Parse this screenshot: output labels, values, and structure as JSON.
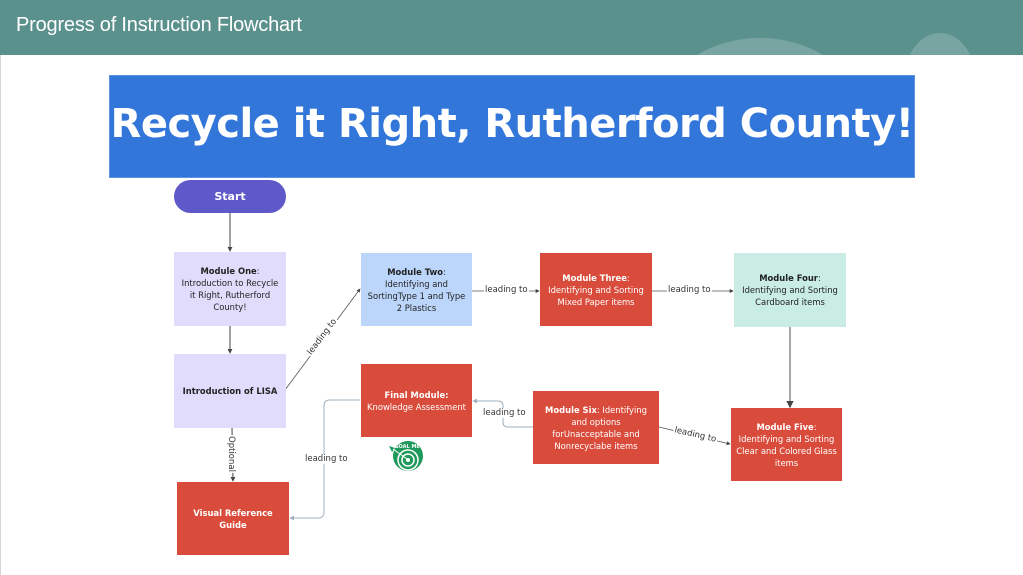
{
  "header": {
    "title": "Progress of Instruction Flowchart",
    "background": "#5b918d"
  },
  "banner": {
    "title": "Recycle it Right, Rutherford County!",
    "background": "#3276da"
  },
  "flowchart": {
    "start": {
      "label": "Start",
      "color": "#5f58c8"
    },
    "nodes": {
      "module_one": {
        "bold": "Module One",
        "text": ": Introduction to Recycle it Right, Rutherford County!",
        "color": "#e1dcfb"
      },
      "lisa": {
        "bold": "Introduction of LISA",
        "text": "",
        "color": "#e1dcfb"
      },
      "visual_guide": {
        "bold": "Visual Reference Guide",
        "text": "",
        "color": "#d94b3b"
      },
      "module_two": {
        "bold": "Module Two",
        "text": ": Identifying and SortingType 1 and Type 2 Plastics",
        "color": "#bcd6fb"
      },
      "module_three": {
        "bold": "Module Three",
        "text": ": Identifying and Sorting Mixed Paper items",
        "color": "#d94b3b"
      },
      "module_four": {
        "bold": "Module Four",
        "text": ": Identifying and Sorting Cardboard items",
        "color": "#c9ece4"
      },
      "module_five": {
        "bold": "Module Five",
        "text": ": Identifying and Sorting Clear and Colored Glass items",
        "color": "#d94b3b"
      },
      "module_six": {
        "bold": "Module Six",
        "text": ": Identifying and options forUnacceptable and Nonrecyclabe items",
        "color": "#d94b3b"
      },
      "final_module": {
        "bold": "Final Module:",
        "text": "Knowledge Assessment",
        "color": "#d94b3b"
      }
    },
    "edge_labels": {
      "lisa_to_two": "leading to",
      "two_to_three": "leading to",
      "three_to_four": "leading to",
      "six_to_five": "leading to",
      "six_to_final": "leading to",
      "guide_to_final": "leading to",
      "lisa_to_guide": "Optional"
    },
    "badge": {
      "text": "GOAL MET!",
      "color": "#1e9a5a"
    }
  }
}
